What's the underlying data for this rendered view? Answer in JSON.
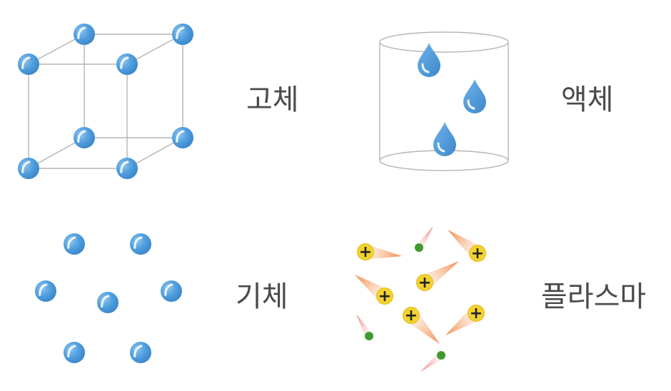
{
  "labels": {
    "solid": "고체",
    "liquid": "액체",
    "gas": "기체",
    "plasma": "플라스마"
  },
  "plasma_charge_symbol": "+",
  "colors": {
    "particle": "#4f9ede",
    "particle_light": "#7fbbeb",
    "droplet": "#4f9ede",
    "ion": "#f2d22e",
    "ion_tail": "#f29a6e",
    "electron": "#3f9a2f",
    "electron_tail": "#f3a0a0",
    "line": "#b5b5b5",
    "label": "#4a4a4a"
  },
  "icons": {
    "particle": "sphere-icon",
    "droplet": "water-drop-icon",
    "ion": "positive-ion-icon",
    "electron": "electron-icon"
  }
}
